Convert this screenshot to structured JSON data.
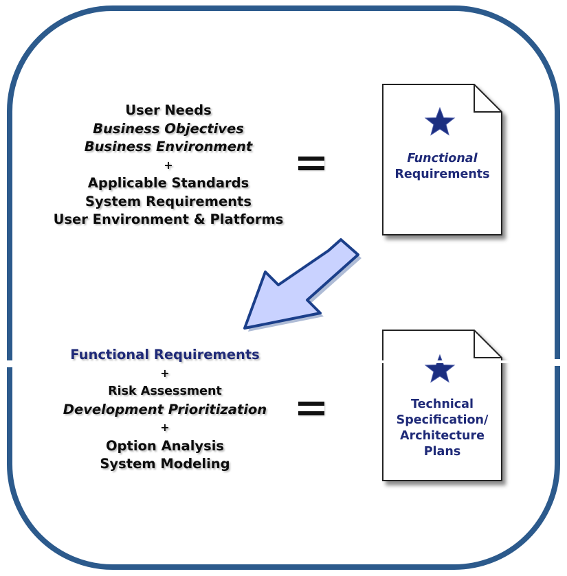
{
  "top_inputs": {
    "line1": "User Needs",
    "line2": "Business Objectives",
    "line3": "Business Environment",
    "plus": "+",
    "line4": "Applicable Standards",
    "line5": "System Requirements",
    "line6": "User Environment & Platforms"
  },
  "top_output": {
    "line1": "Functional",
    "line2": "Requirements"
  },
  "bottom_inputs": {
    "line1": "Functional Requirements",
    "plus1": "+",
    "line2": "Risk Assessment",
    "line3": "Development Prioritization",
    "plus2": "+",
    "line4": "Option Analysis",
    "line5": "System Modeling"
  },
  "bottom_output": {
    "line1": "Technical",
    "line2": "Specification/",
    "line3": "Architecture",
    "line4": "Plans"
  },
  "colors": {
    "frame": "#2c5a8c",
    "doc_text": "#1f2a78",
    "star": "#1c2f80",
    "arrow_fill": "#c9d2ff",
    "arrow_stroke": "#1b3f8a"
  },
  "icons": {
    "document": "document-page-icon",
    "star": "star-icon",
    "arrow": "down-left-arrow-icon"
  }
}
